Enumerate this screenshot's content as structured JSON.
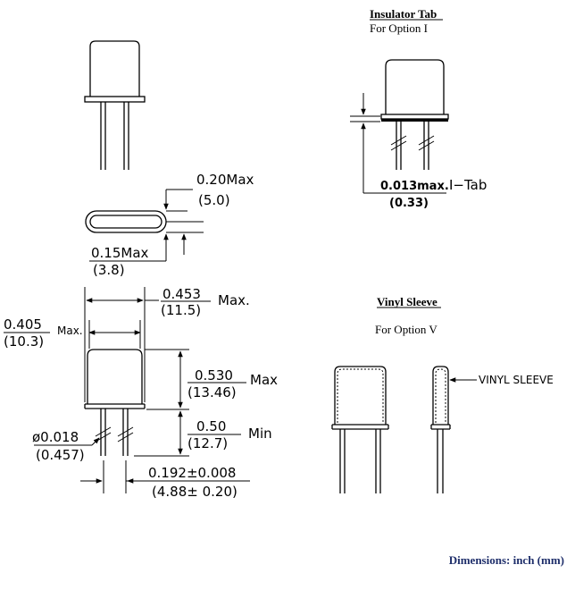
{
  "colors": {
    "caption": "#1f2f6b",
    "line": "#000000"
  },
  "insulator": {
    "title": "Insulator Tab",
    "subtitle": "For Option I",
    "dim_inch": "0.013max.",
    "dim_suffix": "I−Tab",
    "dim_mm": "(0.33)"
  },
  "top_view": {
    "dim1_inch": "0.20Max",
    "dim1_mm": "(5.0)",
    "dim2_inch": "0.15Max",
    "dim2_mm": "(3.8)"
  },
  "main_view": {
    "width_inch": "0.453",
    "width_mm": "(11.5)",
    "width_suffix": "Max.",
    "depth_inch": "0.405",
    "depth_mm": "(10.3)",
    "depth_suffix": "Max.",
    "height_inch": "0.530",
    "height_mm": "(13.46)",
    "height_suffix": "Max",
    "lead_inch": "0.50",
    "lead_mm": "(12.7)",
    "lead_suffix": "Min",
    "dia_inch": "ø0.018",
    "dia_mm": "(0.457)",
    "pitch_inch": "0.192±0.008",
    "pitch_mm": "(4.88± 0.20)"
  },
  "vinyl": {
    "title": "Vinyl Sleeve",
    "subtitle": "For Option V",
    "label": "VINYL SLEEVE"
  },
  "footer": {
    "caption": "Dimensions: inch (mm)"
  }
}
